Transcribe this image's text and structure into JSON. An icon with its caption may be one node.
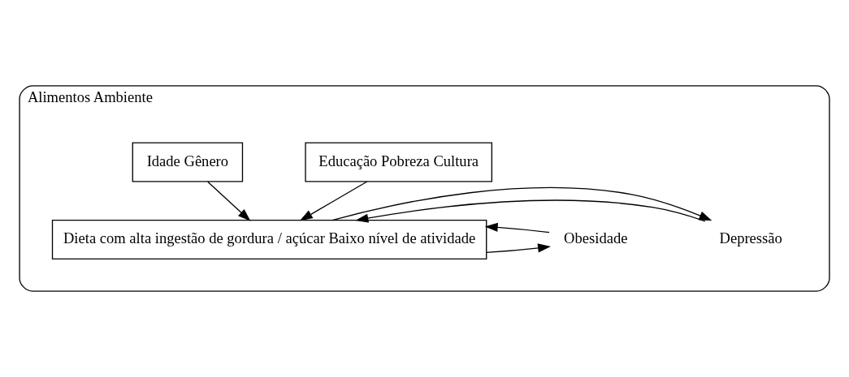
{
  "diagram": {
    "nodes": [
      {
        "text": [
          "Alimentos Ambiente"
        ]
      },
      {
        "text": [
          "Educação Pobreza Cultura"
        ],
        "in": 0
      },
      {
        "text": [
          "Depressão"
        ],
        "in": 0
      },
      {
        "text": [
          "Dieta com alta ingestão de gordura / açúcar Baixo nível de atividade"
        ],
        "in": 0
      },
      {
        "text": [
          "Obesidade"
        ],
        "in": 0
      },
      {
        "text": [
          "Idade Gênero"
        ],
        "in": 0
      }
    ],
    "edges": [
      {
        "from": 1,
        "to": 3,
        "arrow": "to"
      },
      {
        "from": 2,
        "to": 3,
        "arrow": "to"
      },
      {
        "from": 3,
        "to": 2,
        "arrow": "to"
      },
      {
        "from": 3,
        "to": 4,
        "arrow": "to"
      },
      {
        "from": 4,
        "to": 3,
        "arrow": "to"
      },
      {
        "from": 5,
        "to": 3,
        "arrow": "to"
      }
    ]
  }
}
